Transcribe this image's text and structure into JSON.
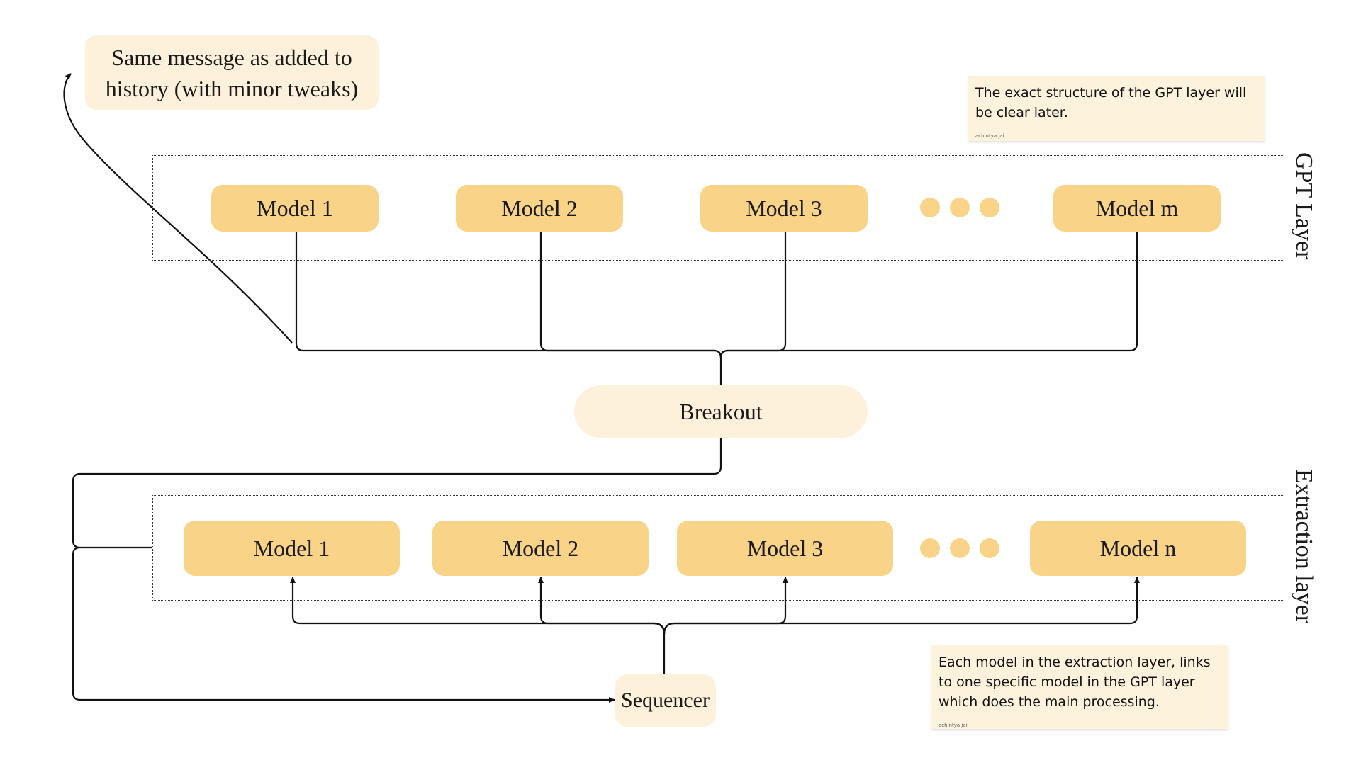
{
  "note": {
    "text": "Same message as added to history (with minor tweaks)"
  },
  "sticky_notes": [
    {
      "text": "The exact structure of the GPT layer will be clear later.",
      "author": "achintya jai"
    },
    {
      "text": "Each model in the extraction layer, links to one specific model in the GPT layer which does the main processing.",
      "author": "achintya jai"
    }
  ],
  "gpt_layer": {
    "label": "GPT Layer",
    "models": [
      "Model 1",
      "Model 2",
      "Model 3",
      "Model m"
    ]
  },
  "breakout": {
    "label": "Breakout"
  },
  "extraction_layer": {
    "label": "Extraction layer",
    "models": [
      "Model 1",
      "Model 2",
      "Model 3",
      "Model n"
    ]
  },
  "sequencer": {
    "label": "Sequencer"
  },
  "colors": {
    "model_fill": "#f9d488",
    "pill_fill": "#fdf1dc",
    "sticky_fill": "#fdf3dd",
    "line": "#111111"
  }
}
